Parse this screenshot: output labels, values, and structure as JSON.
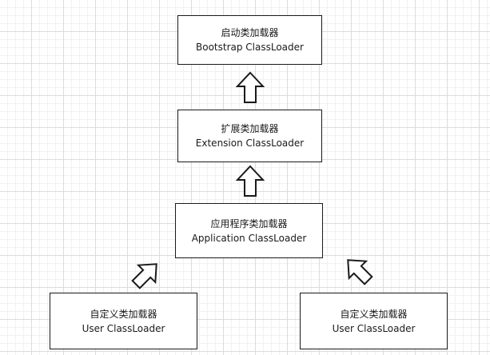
{
  "nodes": {
    "bootstrap": {
      "title": "启动类加载器",
      "subtitle": "Bootstrap ClassLoader"
    },
    "extension": {
      "title": "扩展类加载器",
      "subtitle": "Extension ClassLoader"
    },
    "application": {
      "title": "应用程序类加载器",
      "subtitle": "Application ClassLoader"
    },
    "user_left": {
      "title": "自定义类加载器",
      "subtitle": "User ClassLoader"
    },
    "user_right": {
      "title": "自定义类加载器",
      "subtitle": "User ClassLoader"
    }
  },
  "colors": {
    "stroke": "#1a1a1a",
    "fill": "#ffffff",
    "grid": "#dcdcdc"
  }
}
